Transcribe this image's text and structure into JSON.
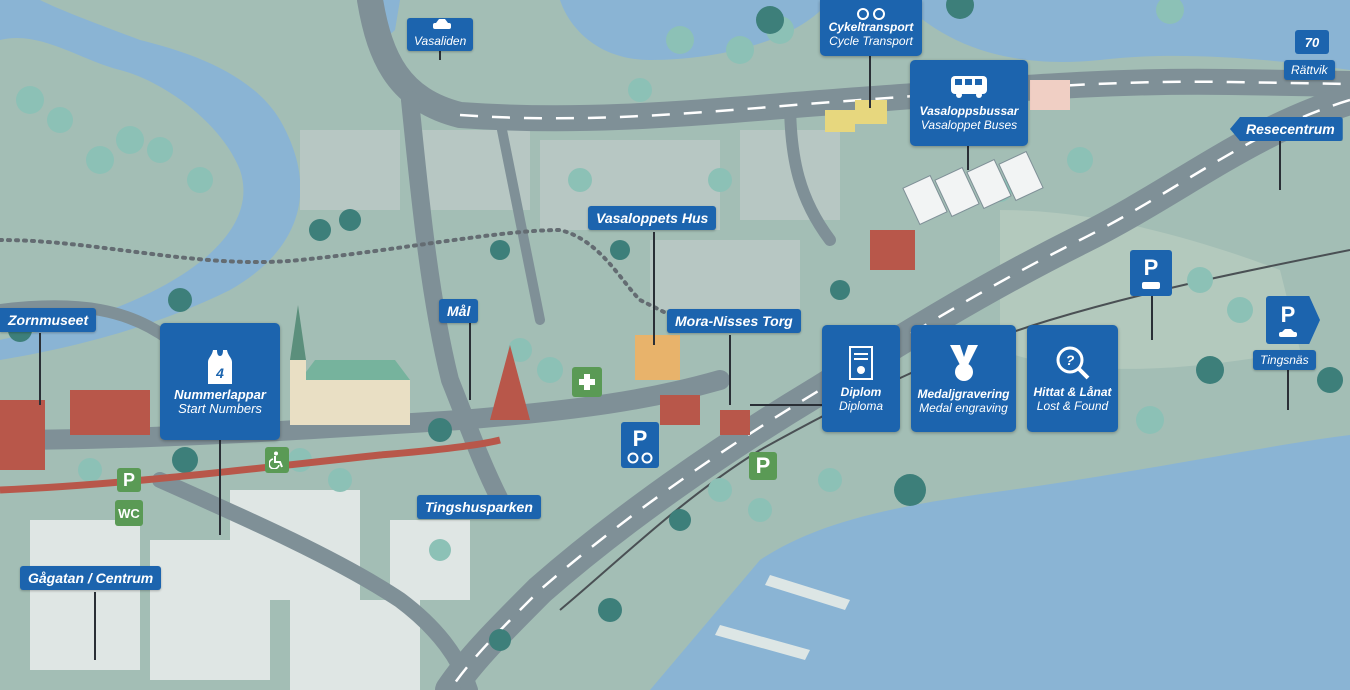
{
  "labels": {
    "vasaliden": "Vasaliden",
    "cykeltransport_sv": "Cykeltransport",
    "cykeltransport_en": "Cycle Transport",
    "rattvik_number": "70",
    "rattvik": "Rättvik",
    "resecentrum": "Resecentrum",
    "bussar_sv": "Vasaloppsbussar",
    "bussar_en": "Vasaloppet Buses",
    "vasaloppets_hus": "Vasaloppets Hus",
    "zornmuseet": "Zornmuseet",
    "mal": "Mål",
    "mora_nisses_torg": "Mora-Nisses Torg",
    "nummer_number": "4",
    "nummer_sv": "Nummerlappar",
    "nummer_en": "Start Numbers",
    "diplom_sv": "Diplom",
    "diplom_en": "Diploma",
    "medalj_sv": "Medaljgravering",
    "medalj_en": "Medal engraving",
    "hittat_sv": "Hittat & Lånat",
    "hittat_en": "Lost & Found",
    "tingsnas": "Tingsnäs",
    "tingshusparken": "Tingshusparken",
    "gagatan": "Gågatan / Centrum",
    "parking": "P",
    "wc": "WC"
  },
  "icons": [
    "car-icon",
    "bicycle-icon",
    "bus-icon",
    "runner-vest-icon",
    "diploma-icon",
    "medal-icon",
    "magnifier-question-icon",
    "wheelchair-icon",
    "first-aid-cross-icon",
    "parking-icon",
    "arrow-right-icon"
  ],
  "colors": {
    "label_blue": "#1c64ae",
    "parking_green": "#5a9a55",
    "water": "#8fb8d6",
    "land": "#9dbab2",
    "road": "#7d8f96"
  }
}
